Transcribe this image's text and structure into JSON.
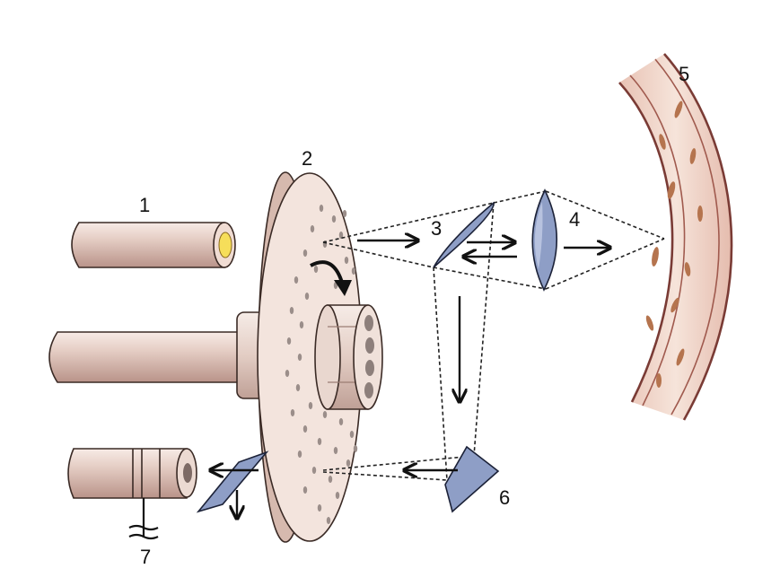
{
  "labels": {
    "l1": "1",
    "l2": "2",
    "l3": "3",
    "l4": "4",
    "l5": "5",
    "l6": "6",
    "l7": "7"
  },
  "colors": {
    "rod": "#dcc0b6",
    "disk": "#f3e4dd",
    "mirror": "#8e9ec6",
    "tissue": "#f1d8cc",
    "tissue_edge": "#7a3b35",
    "cell": "#b5744e"
  }
}
